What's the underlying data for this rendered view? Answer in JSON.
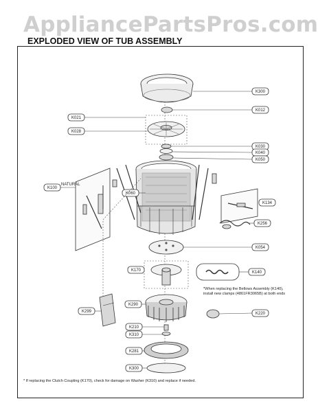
{
  "watermark": "AppliancePartsPros.com",
  "title": "EXPLODED VIEW OF TUB ASSEMBLY",
  "diagram": {
    "labels": {
      "k300": "K300",
      "k012": "K012",
      "k021": "K021",
      "k028": "K028",
      "k030": "K030",
      "k040": "K040",
      "k050": "K050",
      "k100": "K100",
      "k060": "K060",
      "k134": "K134",
      "k256": "K256",
      "k054": "K054",
      "k170": "K170",
      "k140": "K140",
      "k290": "K290",
      "k220": "K220",
      "k299": "K299",
      "k210": "K210",
      "k310": "K310",
      "k281": "K281",
      "k300b": "K300",
      "natural": "NATURAL"
    },
    "bellows_note_line1": "*When replacing the Bellows Assembly (K140),",
    "bellows_note_line2": "install new clamps (4861FR3065B) at both ends",
    "footnote": "* If replacing the Clutch Coupling (K170), check for damage on Washer (K310) and replace if needed."
  }
}
